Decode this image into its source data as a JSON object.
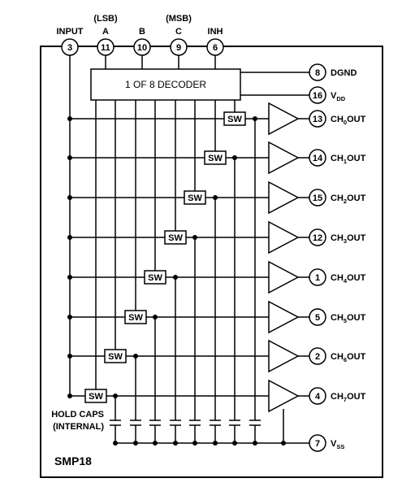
{
  "chip_name": "SMP18",
  "decoder_label": "1 OF 8 DECODER",
  "switch_label": "SW",
  "hold_caps_label_line1": "HOLD CAPS",
  "hold_caps_label_line2": "(INTERNAL)",
  "top_annotations": {
    "lsb": "(LSB)",
    "msb": "(MSB)"
  },
  "top_pins": [
    {
      "name": "INPUT",
      "number": "3"
    },
    {
      "name": "A",
      "number": "11"
    },
    {
      "name": "B",
      "number": "10"
    },
    {
      "name": "C",
      "number": "9"
    },
    {
      "name": "INH",
      "number": "6"
    }
  ],
  "power_pins": [
    {
      "number": "8",
      "name": "DGND",
      "sub": ""
    },
    {
      "number": "16",
      "name": "V",
      "sub": "DD"
    }
  ],
  "channels": [
    {
      "number": "13",
      "prefix": "CH",
      "index": "0",
      "suffix": "OUT"
    },
    {
      "number": "14",
      "prefix": "CH",
      "index": "1",
      "suffix": "OUT"
    },
    {
      "number": "15",
      "prefix": "CH",
      "index": "2",
      "suffix": "OUT"
    },
    {
      "number": "12",
      "prefix": "CH",
      "index": "3",
      "suffix": "OUT"
    },
    {
      "number": "1",
      "prefix": "CH",
      "index": "4",
      "suffix": "OUT"
    },
    {
      "number": "5",
      "prefix": "CH",
      "index": "5",
      "suffix": "OUT"
    },
    {
      "number": "2",
      "prefix": "CH",
      "index": "6",
      "suffix": "OUT"
    },
    {
      "number": "4",
      "prefix": "CH",
      "index": "7",
      "suffix": "OUT"
    }
  ],
  "vss_pin": {
    "number": "7",
    "name": "V",
    "sub": "SS"
  }
}
